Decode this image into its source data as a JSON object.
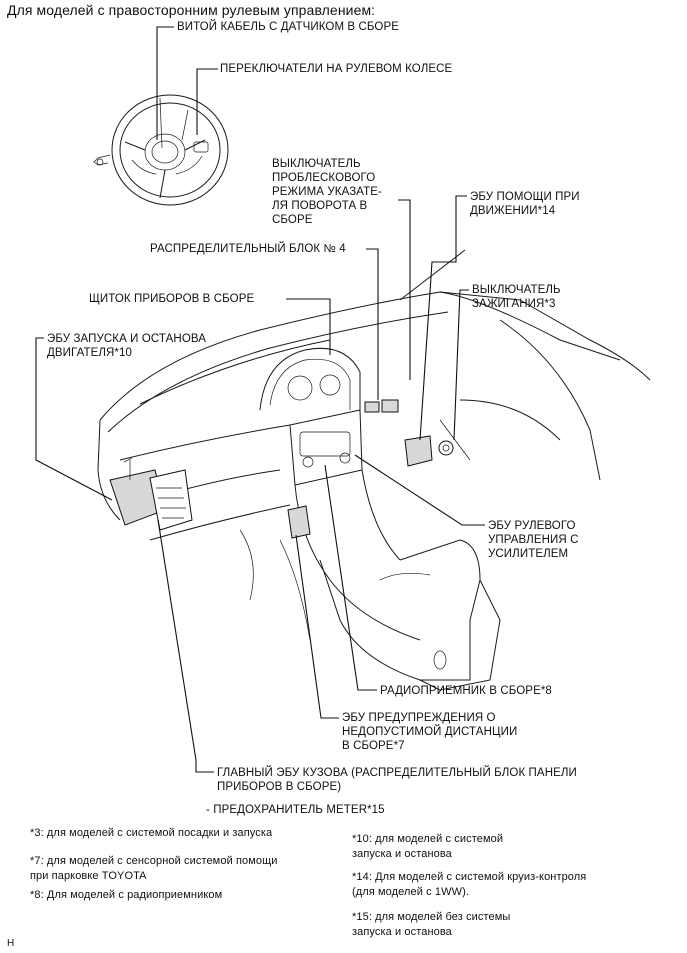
{
  "heading": "Для моделей с правосторонним рулевым управлением:",
  "labels": {
    "spiral_cable": "ВИТОЙ КАБЕЛЬ С ДАТЧИКОМ В СБОРЕ",
    "steering_switches": "ПЕРЕКЛЮЧАТЕЛИ НА РУЛЕВОМ КОЛЕСЕ",
    "hazard_switch": [
      "ВЫКЛЮЧАТЕЛЬ",
      "ПРОБЛЕСКОВОГО",
      "РЕЖИМА УКАЗАТЕ-",
      "ЛЯ ПОВОРОТА В",
      "СБОРЕ"
    ],
    "driving_support_ecu": [
      "ЭБУ ПОМОЩИ ПРИ",
      "ДВИЖЕНИИ*14"
    ],
    "junction_block_4": "РАСПРЕДЕЛИТЕЛЬНЫЙ БЛОК № 4",
    "ignition_switch": [
      "ВЫКЛЮЧАТЕЛЬ",
      "ЗАЖИГАНИЯ*3"
    ],
    "combination_meter": "ЩИТОК ПРИБОРОВ В СБОРЕ",
    "engine_start_stop_ecu": [
      "ЭБУ ЗАПУСКА И ОСТАНОВА",
      "ДВИГАТЕЛЯ*10"
    ],
    "power_steering_ecu": [
      "ЭБУ РУЛЕВОГО",
      "УПРАВЛЕНИЯ С",
      "УСИЛИТЕЛЕМ"
    ],
    "radio_receiver": "РАДИОПРИЕМНИК В СБОРЕ*8",
    "clearance_warning_ecu": [
      "ЭБУ ПРЕДУПРЕЖДЕНИЯ О",
      "НЕДОПУСТИМОЙ ДИСТАНЦИИ",
      "В СБОРЕ*7"
    ],
    "main_body_ecu": [
      "ГЛАВНЫЙ ЭБУ КУЗОВА (РАСПРЕДЕЛИТЕЛЬНЫЙ БЛОК ПАНЕЛИ",
      "ПРИБОРОВ В СБОРЕ)"
    ],
    "meter_fuse": "- ПРЕДОХРАНИТЕЛЬ METER*15"
  },
  "footnotes": {
    "left": [
      "*3: для моделей с системой посадки и запуска",
      "*7: для моделей с сенсорной системой помощи\nпри парковке TOYOTA",
      "*8: Для моделей с радиоприемником"
    ],
    "right": [
      "*10: для моделей с системой\nзапуска и останова",
      "*14: Для моделей с системой круиз-контроля\n(для моделей с 1WW).",
      "*15: для моделей без системы\nзапуска и останова"
    ]
  },
  "figure_code": "H"
}
